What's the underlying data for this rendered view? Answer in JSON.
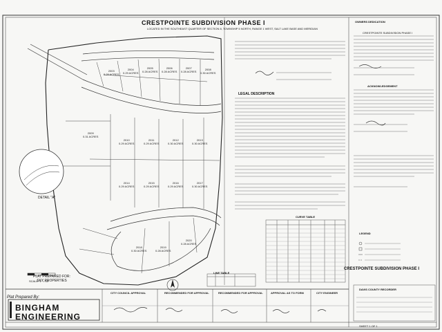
{
  "title": {
    "main": "CRESTPOINTE SUBDIVISION PHASE I",
    "sub": "LOCATED IN THE SOUTHEAST QUARTER OF SECTION 8, TOWNSHIP 5 NORTH, RANGE 1 WEST, SALT LAKE BASE AND MERIDIAN"
  },
  "sections": {
    "legal_description": "LEGAL DESCRIPTION",
    "curve_table": "CURVE TABLE",
    "line_table": "LINE TABLE",
    "owners_dedication": "OWNERS DEDICATION",
    "owners_sub": "CRESTPOINTE SUBDIVISION PHASE I",
    "acknowledgement": "ACKNOWLEDGEMENT",
    "legend": "LEGEND",
    "county_recorder": "DAVIS COUNTY RECORDER"
  },
  "sheet_title": "CRESTPOINTE SUBDIVISION PHASE I",
  "detail_label": "DETAIL \"A\"",
  "scale_label": "SCALE: 1\" = 50'",
  "plat_prepared": [
    "PLAT PREPARED FOR:",
    "SKY PROPERTIES"
  ],
  "prepared_by": "Plat Prepared By:",
  "company": [
    "BINGHAM",
    "ENGINEERING"
  ],
  "title_block": [
    "CITY COUNCIL APPROVAL",
    "RECOMMENDED FOR APPROVAL",
    "RECOMMENDED FOR APPROVAL",
    "APPROVAL AS TO FORM",
    "CITY ENGINEER"
  ],
  "sheet_no": "SHEET 1 OF 1",
  "lots": [
    {
      "id": "lot-2003",
      "label": "2003",
      "area": "0.29 ACRES"
    },
    {
      "id": "lot-2004",
      "label": "2004",
      "area": "0.29 ACRES"
    },
    {
      "id": "lot-2005",
      "label": "2005",
      "area": "0.28 ACRES"
    },
    {
      "id": "lot-2006",
      "label": "2006",
      "area": "0.28 ACRES"
    },
    {
      "id": "lot-2007",
      "label": "2007",
      "area": "0.28 ACRES"
    },
    {
      "id": "lot-2008",
      "label": "2008",
      "area": "0.30 ACRES"
    },
    {
      "id": "lot-2009",
      "label": "2009",
      "area": "0.31 ACRES"
    },
    {
      "id": "lot-2010",
      "label": "2010",
      "area": "0.29 ACRES"
    },
    {
      "id": "lot-2011",
      "label": "2011",
      "area": "0.29 ACRES"
    },
    {
      "id": "lot-2012",
      "label": "2012",
      "area": "0.30 ACRES"
    },
    {
      "id": "lot-2013",
      "label": "2013",
      "area": "0.30 ACRES"
    },
    {
      "id": "lot-2014",
      "label": "2014",
      "area": "0.29 ACRES"
    },
    {
      "id": "lot-2015",
      "label": "2015",
      "area": "0.29 ACRES"
    },
    {
      "id": "lot-2016",
      "label": "2016",
      "area": "0.29 ACRES"
    },
    {
      "id": "lot-2017",
      "label": "2017",
      "area": "0.30 ACRES"
    },
    {
      "id": "lot-2018",
      "label": "2018",
      "area": "0.30 ACRES"
    },
    {
      "id": "lot-2019",
      "label": "2019",
      "area": "0.28 ACRES"
    },
    {
      "id": "lot-2020",
      "label": "2020",
      "area": "0.28 ACRES"
    }
  ]
}
